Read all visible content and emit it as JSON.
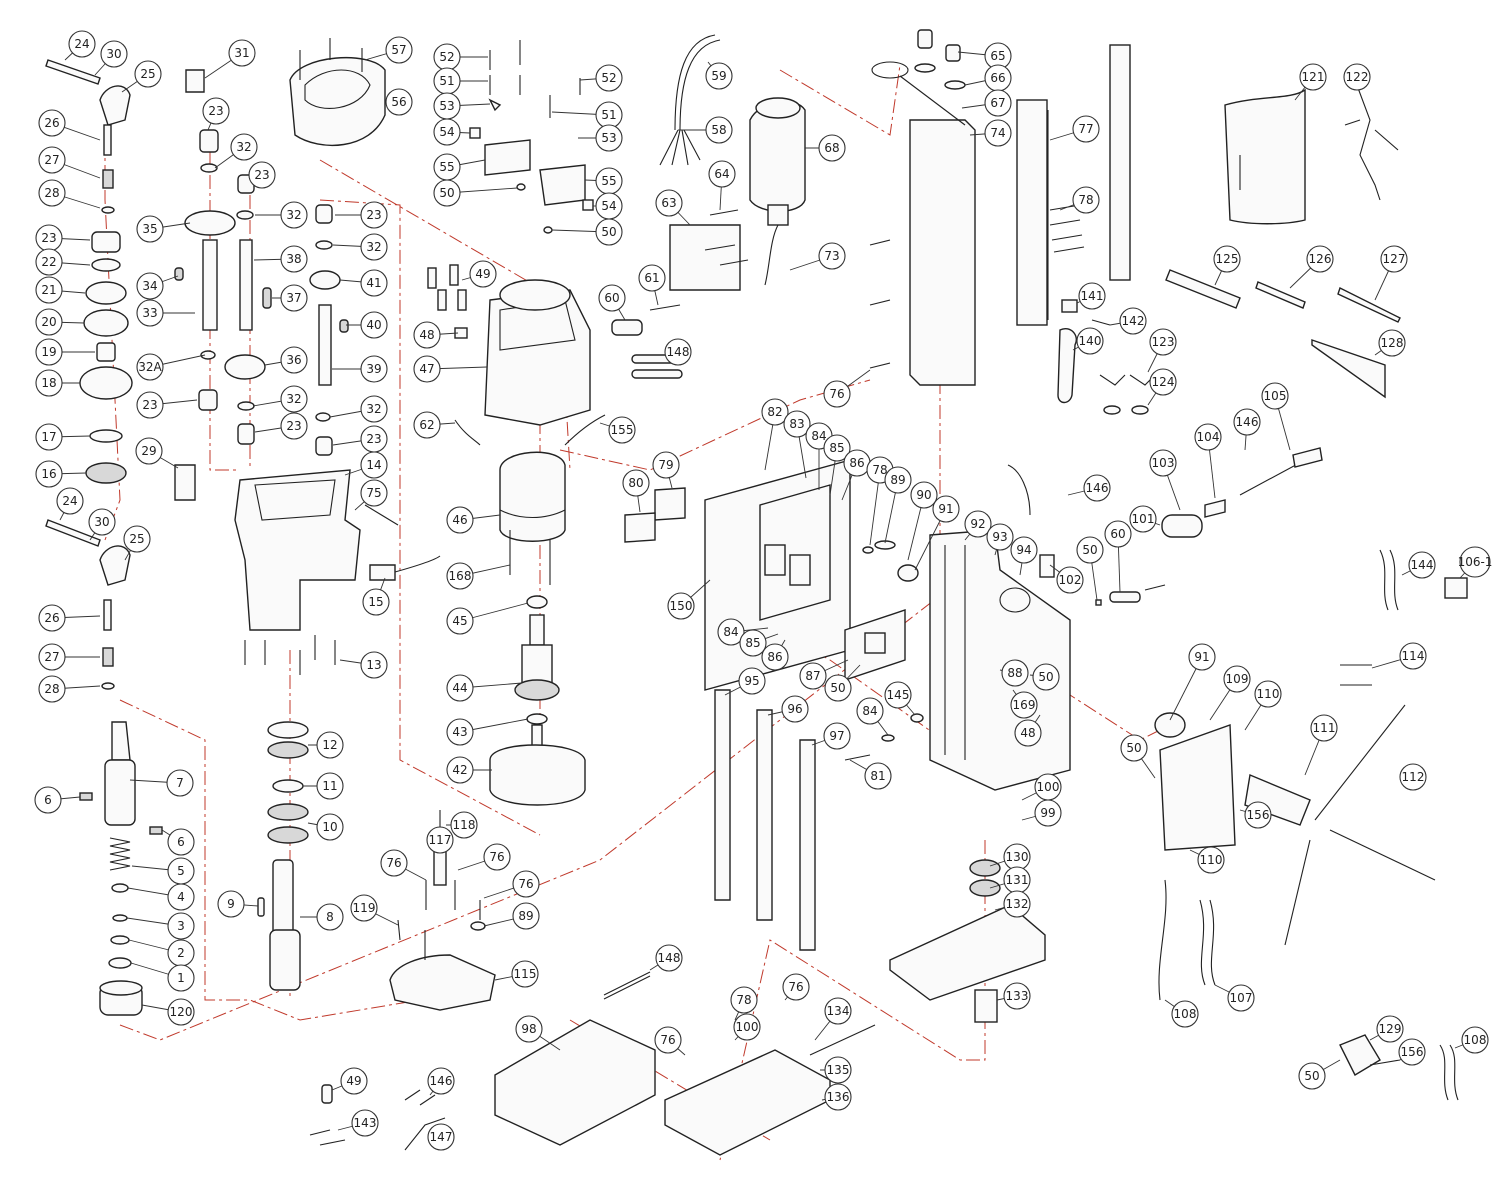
{
  "diagram": {
    "kind": "exploded parts diagram",
    "line_color": "#222222",
    "guide_color": "#c0392b",
    "callout_labels": [
      "1",
      "2",
      "3",
      "4",
      "5",
      "6",
      "7",
      "8",
      "9",
      "10",
      "11",
      "12",
      "13",
      "14",
      "15",
      "16",
      "17",
      "18",
      "19",
      "20",
      "21",
      "22",
      "23",
      "24",
      "25",
      "26",
      "27",
      "28",
      "29",
      "30",
      "31",
      "32",
      "32A",
      "33",
      "34",
      "35",
      "36",
      "37",
      "38",
      "39",
      "40",
      "41",
      "42",
      "43",
      "44",
      "45",
      "46",
      "47",
      "48",
      "49",
      "50",
      "51",
      "52",
      "53",
      "54",
      "55",
      "56",
      "57",
      "58",
      "59",
      "60",
      "61",
      "62",
      "63",
      "64",
      "65",
      "66",
      "67",
      "68",
      "73",
      "74",
      "75",
      "76",
      "77",
      "78",
      "79",
      "80",
      "81",
      "82",
      "83",
      "84",
      "85",
      "86",
      "87",
      "88",
      "89",
      "90",
      "91",
      "92",
      "93",
      "94",
      "95",
      "96",
      "97",
      "98",
      "99",
      "100",
      "101",
      "102",
      "103",
      "104",
      "105",
      "106-1",
      "107",
      "108",
      "109",
      "110",
      "111",
      "112",
      "114",
      "115",
      "117",
      "118",
      "119",
      "120",
      "121",
      "122",
      "123",
      "124",
      "125",
      "126",
      "127",
      "128",
      "129",
      "130",
      "131",
      "132",
      "133",
      "134",
      "135",
      "136",
      "140",
      "141",
      "142",
      "143",
      "144",
      "145",
      "146",
      "147",
      "148",
      "150",
      "155",
      "156",
      "168",
      "169"
    ]
  }
}
